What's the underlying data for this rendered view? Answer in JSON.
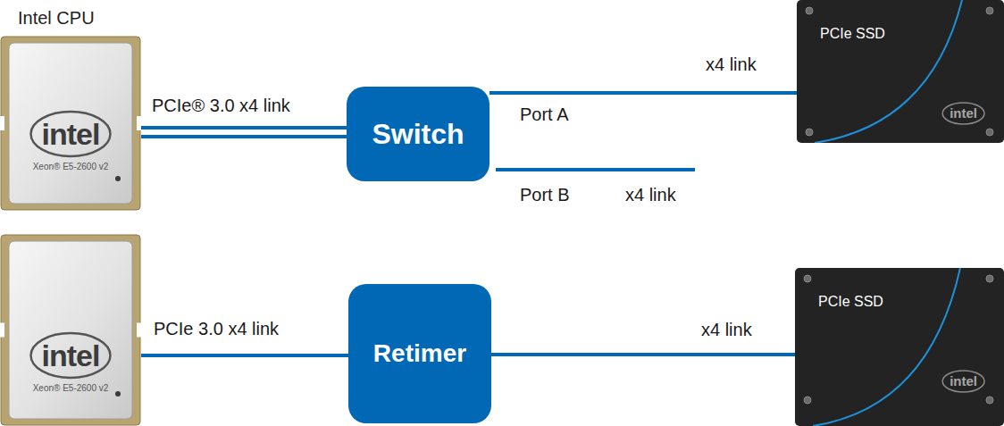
{
  "diagram": {
    "nodes": [
      {
        "text": [
          "Intel CPU",
          "intel",
          "Xeon® E5-2600 v2"
        ]
      },
      {
        "text": [
          "Switch"
        ]
      },
      {
        "text": [
          "PCIe SSD",
          "intel"
        ]
      },
      {
        "text": [
          "intel",
          "Xeon® E5-2600 v2"
        ]
      },
      {
        "text": [
          "Retimer"
        ]
      },
      {
        "text": [
          "PCIe SSD",
          "intel"
        ]
      }
    ],
    "edges": [
      {
        "from": 0,
        "to": 1,
        "arrow": "none",
        "label": "PCIe® 3.0 x4 link"
      },
      {
        "from": 1,
        "to": 2,
        "arrow": "none",
        "label": "x4 link"
      },
      {
        "from": 3,
        "to": 4,
        "arrow": "none",
        "label": "PCIe 3.0 x4 link"
      },
      {
        "from": 4,
        "to": 5,
        "arrow": "none",
        "label": "x4 link"
      }
    ],
    "labels": [
      "Port A",
      "Port B",
      "x4 link"
    ]
  }
}
